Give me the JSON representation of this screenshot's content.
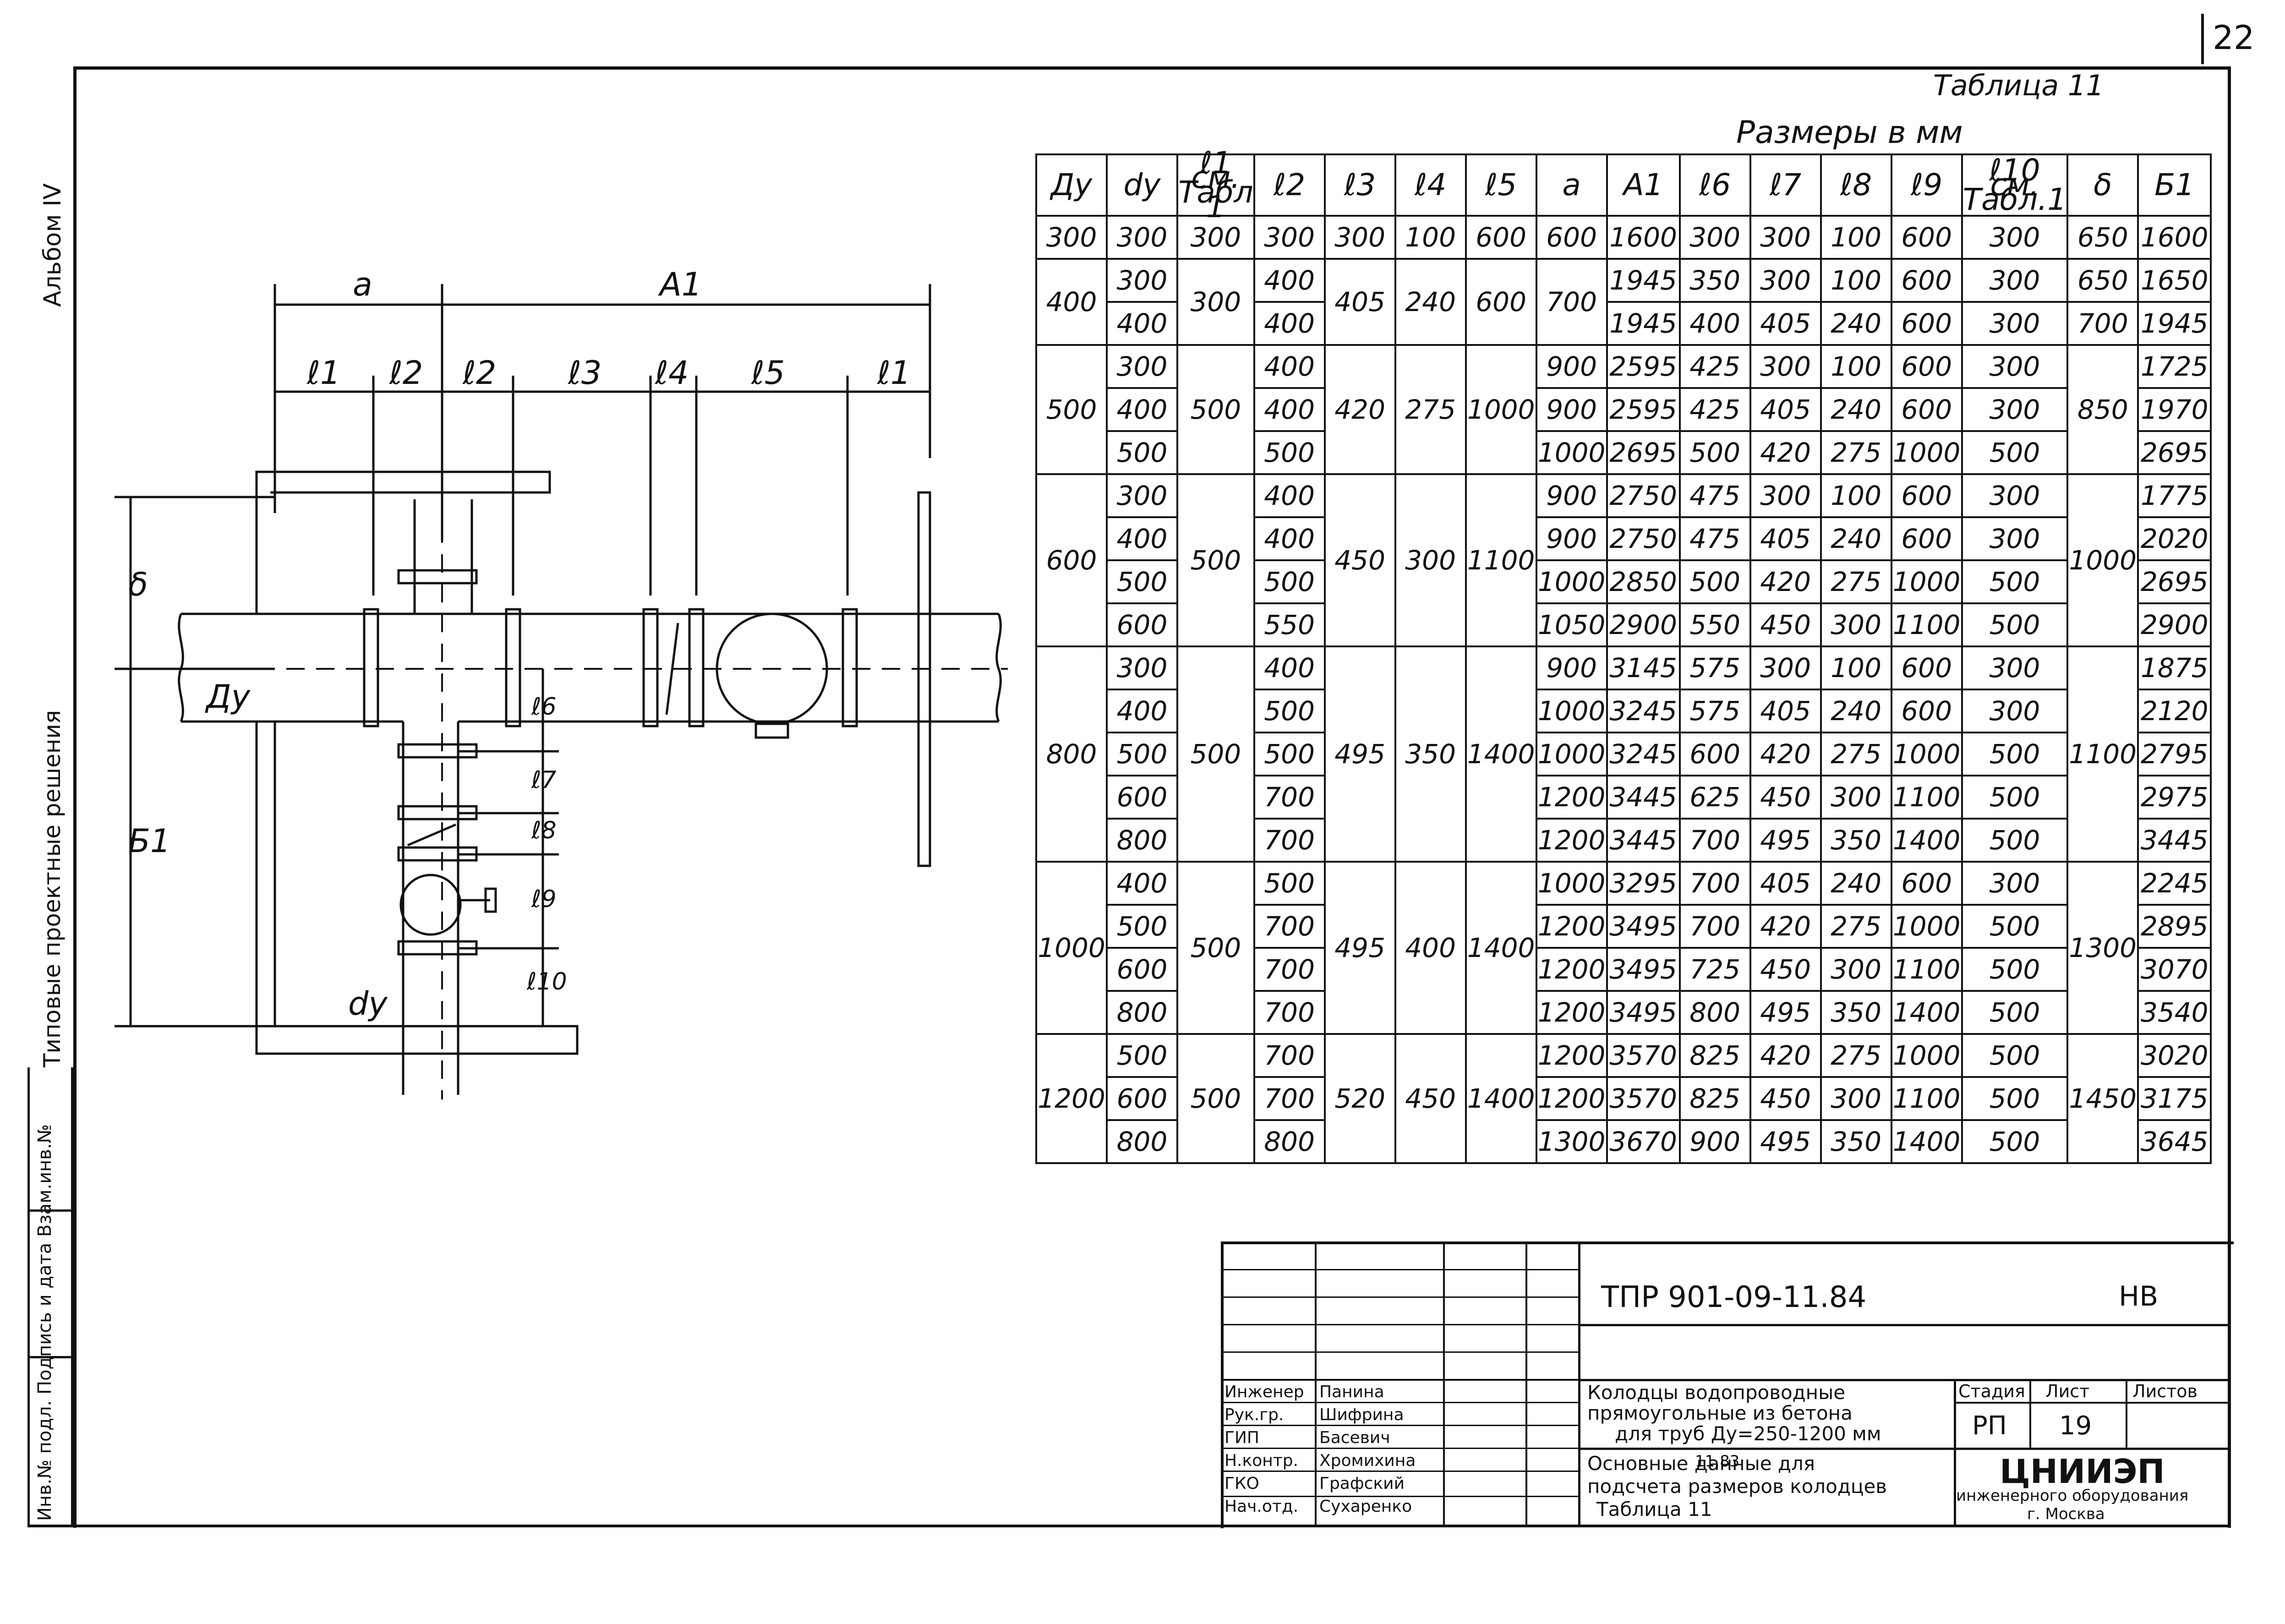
{
  "sheet_number": "22",
  "album_label": "Альбом IV",
  "series_label": "Типовые проектные решения",
  "inventory_label": "Инв.№ подл.  Подпись и дата  Взам.инв.№",
  "table_title": "Таблица 11",
  "table_subtitle": "Размеры в мм",
  "drawing_labels": {
    "a": "a",
    "A1": "A1",
    "l1": "ℓ1",
    "l2": "ℓ2",
    "l3": "ℓ3",
    "l4": "ℓ4",
    "l5": "ℓ5",
    "l6": "ℓ6",
    "l7": "ℓ7",
    "l8": "ℓ8",
    "l9": "ℓ9",
    "l10": "ℓ10",
    "delta": "δ",
    "B1": "Б1",
    "Dy": "Ду",
    "dy": "dу"
  },
  "table_headers": [
    "Ду",
    "dу",
    "ℓ1 см. Табл 1",
    "ℓ2",
    "ℓ3",
    "ℓ4",
    "ℓ5",
    "a",
    "A1",
    "ℓ6",
    "ℓ7",
    "ℓ8",
    "ℓ9",
    "ℓ10 см. Табл.1",
    "δ",
    "Б1"
  ],
  "table_groups": [
    {
      "Dy": "300",
      "l1": "300",
      "l3": "300",
      "l4": "100",
      "l5": "600",
      "a": "600",
      "delta": "650",
      "rows": [
        {
          "dy": "300",
          "l2": "300",
          "A1": "1600",
          "l6": "300",
          "l7": "300",
          "l8": "100",
          "l9": "600",
          "l10": "300",
          "B1": "1600"
        }
      ]
    },
    {
      "Dy": "400",
      "l1": "300",
      "l3": "405",
      "l4": "240",
      "l5": "600",
      "a": "700",
      "delta": "",
      "rows": [
        {
          "dy": "300",
          "l2": "400",
          "A1": "1945",
          "l6": "350",
          "l7": "300",
          "l8": "100",
          "l9": "600",
          "l10": "300",
          "delta": "650",
          "B1": "1650"
        },
        {
          "dy": "400",
          "l2": "400",
          "A1": "1945",
          "l6": "400",
          "l7": "405",
          "l8": "240",
          "l9": "600",
          "l10": "300",
          "delta": "700",
          "B1": "1945"
        }
      ]
    },
    {
      "Dy": "500",
      "l1": "500",
      "l3": "420",
      "l4": "275",
      "l5": "1000",
      "a": "",
      "delta": "850",
      "rows": [
        {
          "dy": "300",
          "l2": "400",
          "a": "900",
          "A1": "2595",
          "l6": "425",
          "l7": "300",
          "l8": "100",
          "l9": "600",
          "l10": "300",
          "B1": "1725"
        },
        {
          "dy": "400",
          "l2": "400",
          "a": "900",
          "A1": "2595",
          "l6": "425",
          "l7": "405",
          "l8": "240",
          "l9": "600",
          "l10": "300",
          "B1": "1970"
        },
        {
          "dy": "500",
          "l2": "500",
          "a": "1000",
          "A1": "2695",
          "l6": "500",
          "l7": "420",
          "l8": "275",
          "l9": "1000",
          "l10": "500",
          "B1": "2695"
        }
      ]
    },
    {
      "Dy": "600",
      "l1": "500",
      "l3": "450",
      "l4": "300",
      "l5": "1100",
      "a": "",
      "delta": "1000",
      "rows": [
        {
          "dy": "300",
          "l2": "400",
          "a": "900",
          "A1": "2750",
          "l6": "475",
          "l7": "300",
          "l8": "100",
          "l9": "600",
          "l10": "300",
          "B1": "1775"
        },
        {
          "dy": "400",
          "l2": "400",
          "a": "900",
          "A1": "2750",
          "l6": "475",
          "l7": "405",
          "l8": "240",
          "l9": "600",
          "l10": "300",
          "B1": "2020"
        },
        {
          "dy": "500",
          "l2": "500",
          "a": "1000",
          "A1": "2850",
          "l6": "500",
          "l7": "420",
          "l8": "275",
          "l9": "1000",
          "l10": "500",
          "B1": "2695"
        },
        {
          "dy": "600",
          "l2": "550",
          "a": "1050",
          "A1": "2900",
          "l6": "550",
          "l7": "450",
          "l8": "300",
          "l9": "1100",
          "l10": "500",
          "B1": "2900"
        }
      ]
    },
    {
      "Dy": "800",
      "l1": "500",
      "l3": "495",
      "l4": "350",
      "l5": "1400",
      "a": "",
      "delta": "1100",
      "rows": [
        {
          "dy": "300",
          "l2": "400",
          "a": "900",
          "A1": "3145",
          "l6": "575",
          "l7": "300",
          "l8": "100",
          "l9": "600",
          "l10": "300",
          "B1": "1875"
        },
        {
          "dy": "400",
          "l2": "500",
          "a": "1000",
          "A1": "3245",
          "l6": "575",
          "l7": "405",
          "l8": "240",
          "l9": "600",
          "l10": "300",
          "B1": "2120"
        },
        {
          "dy": "500",
          "l2": "500",
          "a": "1000",
          "A1": "3245",
          "l6": "600",
          "l7": "420",
          "l8": "275",
          "l9": "1000",
          "l10": "500",
          "B1": "2795"
        },
        {
          "dy": "600",
          "l2": "700",
          "a": "1200",
          "A1": "3445",
          "l6": "625",
          "l7": "450",
          "l8": "300",
          "l9": "1100",
          "l10": "500",
          "B1": "2975"
        },
        {
          "dy": "800",
          "l2": "700",
          "a": "1200",
          "A1": "3445",
          "l6": "700",
          "l7": "495",
          "l8": "350",
          "l9": "1400",
          "l10": "500",
          "B1": "3445"
        }
      ]
    },
    {
      "Dy": "1000",
      "l1": "500",
      "l3": "495",
      "l4": "400",
      "l5": "1400",
      "a": "",
      "delta": "1300",
      "rows": [
        {
          "dy": "400",
          "l2": "500",
          "a": "1000",
          "A1": "3295",
          "l6": "700",
          "l7": "405",
          "l8": "240",
          "l9": "600",
          "l10": "300",
          "B1": "2245"
        },
        {
          "dy": "500",
          "l2": "700",
          "a": "1200",
          "A1": "3495",
          "l6": "700",
          "l7": "420",
          "l8": "275",
          "l9": "1000",
          "l10": "500",
          "B1": "2895"
        },
        {
          "dy": "600",
          "l2": "700",
          "a": "1200",
          "A1": "3495",
          "l6": "725",
          "l7": "450",
          "l8": "300",
          "l9": "1100",
          "l10": "500",
          "B1": "3070"
        },
        {
          "dy": "800",
          "l2": "700",
          "a": "1200",
          "A1": "3495",
          "l6": "800",
          "l7": "495",
          "l8": "350",
          "l9": "1400",
          "l10": "500",
          "B1": "3540"
        }
      ]
    },
    {
      "Dy": "1200",
      "l1": "500",
      "l3": "520",
      "l4": "450",
      "l5": "1400",
      "a": "",
      "delta": "1450",
      "rows": [
        {
          "dy": "500",
          "l2": "700",
          "a": "1200",
          "A1": "3570",
          "l6": "825",
          "l7": "420",
          "l8": "275",
          "l9": "1000",
          "l10": "500",
          "B1": "3020"
        },
        {
          "dy": "600",
          "l2": "700",
          "a": "1200",
          "A1": "3570",
          "l6": "825",
          "l7": "450",
          "l8": "300",
          "l9": "1100",
          "l10": "500",
          "B1": "3175"
        },
        {
          "dy": "800",
          "l2": "800",
          "a": "1300",
          "A1": "3670",
          "l6": "900",
          "l7": "495",
          "l8": "350",
          "l9": "1400",
          "l10": "500",
          "B1": "3645"
        }
      ]
    }
  ],
  "title_block": {
    "code": "ТПР 901-09-11.84",
    "part": "НВ",
    "roles": [
      "Инженер",
      "Рук.гр.",
      "ГИП",
      "Н.контр.",
      "ГКО",
      "Нач.отд."
    ],
    "names": [
      "Панина",
      "Шифрина",
      "Басевич",
      "Хромихина",
      "Графский",
      "Сухаренко"
    ],
    "date": "11.83",
    "title_1": "Колодцы водопроводные",
    "title_2": "прямоугольные   из бетона",
    "title_3": "для труб   Ду=250-1200 мм",
    "content_1": "Основные данные для",
    "content_2": "подсчета размеров колодцев",
    "content_3": "Таблица  11",
    "stage_label": "Стадия",
    "sheet_label": "Лист",
    "sheets_label": "Листов",
    "stage": "РП",
    "sheet": "19",
    "org_1": "ЦНИИЭП",
    "org_2": "инженерного оборудования",
    "org_3": "г. Москва"
  }
}
